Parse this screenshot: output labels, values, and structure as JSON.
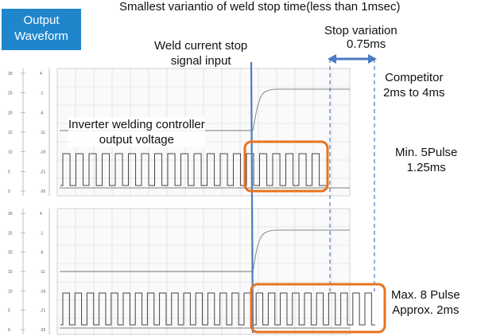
{
  "title": "Smallest variantio of weld stop time(less than 1msec)",
  "badge": {
    "line1": "Output",
    "line2": "Waveform"
  },
  "weld_stop": {
    "line1": "Weld current stop",
    "line2": "signal input"
  },
  "stop_variation": {
    "line1": "Stop variation",
    "line2": "0.75ms"
  },
  "competitor": {
    "line1": "Competitor",
    "line2": "2ms to 4ms"
  },
  "inverter": {
    "line1": "Inverter welding controller",
    "line2": "output voltage"
  },
  "min_pulse": {
    "line1": "Min. 5Pulse",
    "line2": "1.25ms"
  },
  "max_pulse": {
    "line1": "Max. 8 Pulse",
    "line2": "Approx. 2ms"
  },
  "colors": {
    "accent_blue": "#1f86cc",
    "stop_line": "#4a7cc0",
    "highlight": "#e8731f"
  },
  "scope_top": {
    "left_ticks": [
      "30",
      "25",
      "20",
      "15",
      "10",
      "5",
      "0"
    ],
    "right_ticks": [
      "4",
      "-1",
      "-6",
      "-11",
      "-16",
      "-21",
      "-26"
    ]
  },
  "scope_bottom": {
    "left_ticks": [
      "30",
      "25",
      "20",
      "15",
      "10",
      "5",
      "0"
    ],
    "right_ticks": [
      "4",
      "-1",
      "-6",
      "-11",
      "-16",
      "-21",
      "-26"
    ]
  }
}
